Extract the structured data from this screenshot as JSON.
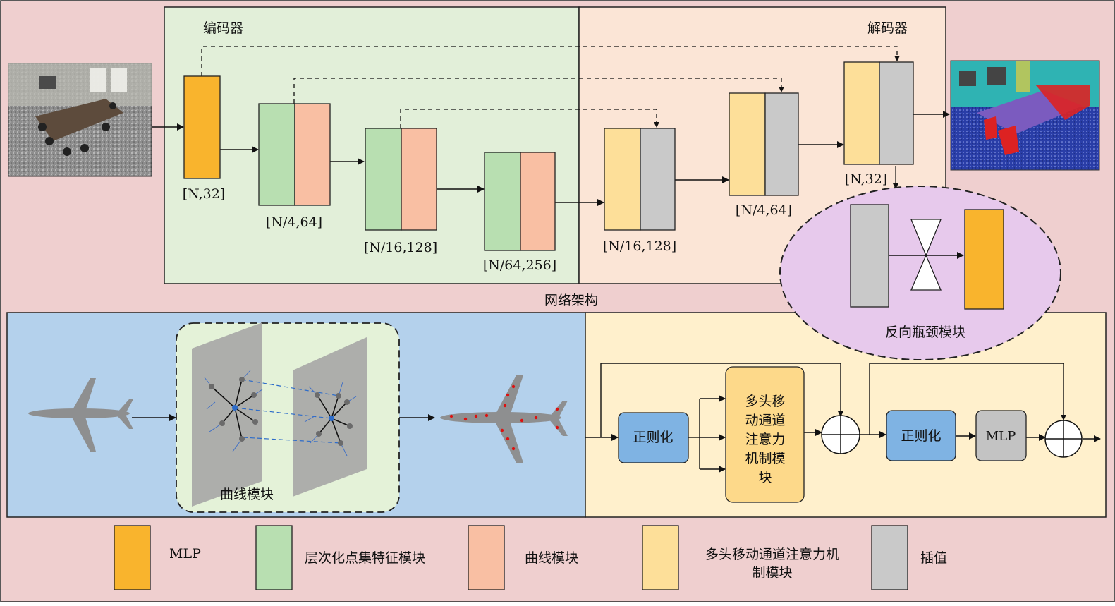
{
  "colors": {
    "frame_bg": "#efcfcf",
    "encoder_bg": "#e2efd9",
    "decoder_bg": "#fbe5d6",
    "blue_panel": "#b4d1ec",
    "yellow_panel": "#fff0cc",
    "curve_region": "#e4f2d8",
    "bottleneck": "#e7c9ec",
    "mlp": "#f9b42d",
    "hier": "#b8dfb1",
    "curve": "#f9bfa3",
    "attn": "#fddf99",
    "interp": "#c9c9c9",
    "norm": "#7fb3e3",
    "mlp_gray": "#c3c3c3",
    "attn_block": "#fdd98a"
  },
  "top": {
    "encoder_label": "编码器",
    "decoder_label": "解码器",
    "section_title": "网络架构",
    "input_image": "indoor-room-point-cloud-input",
    "output_image": "segmented-point-cloud-output",
    "dims": {
      "mlp": "[N,32]",
      "enc1": "[N/4,64]",
      "enc2": "[N/16,128]",
      "enc3": "[N/64,256]",
      "dec1": "[N/16,128]",
      "dec2": "[N/4,64]",
      "dec3": "[N,32]"
    },
    "bottleneck_label": "反向瓶颈模块"
  },
  "curve_panel": {
    "label": "曲线模块",
    "icons": [
      "airplane-point-cloud-icon",
      "graph-plane-icon",
      "airplane-highlighted-icon"
    ]
  },
  "attention_panel": {
    "norm1": "正则化",
    "attn_lines": [
      "多头移",
      "动通道",
      "注意力",
      "机制模",
      "块"
    ],
    "norm2": "正则化",
    "mlp": "MLP"
  },
  "legend": {
    "mlp": "MLP",
    "hier": "层次化点集特征模块",
    "curve": "曲线模块",
    "attn_line1": "多头移动通道注意力机",
    "attn_line2": "制模块",
    "interp": "插值"
  }
}
